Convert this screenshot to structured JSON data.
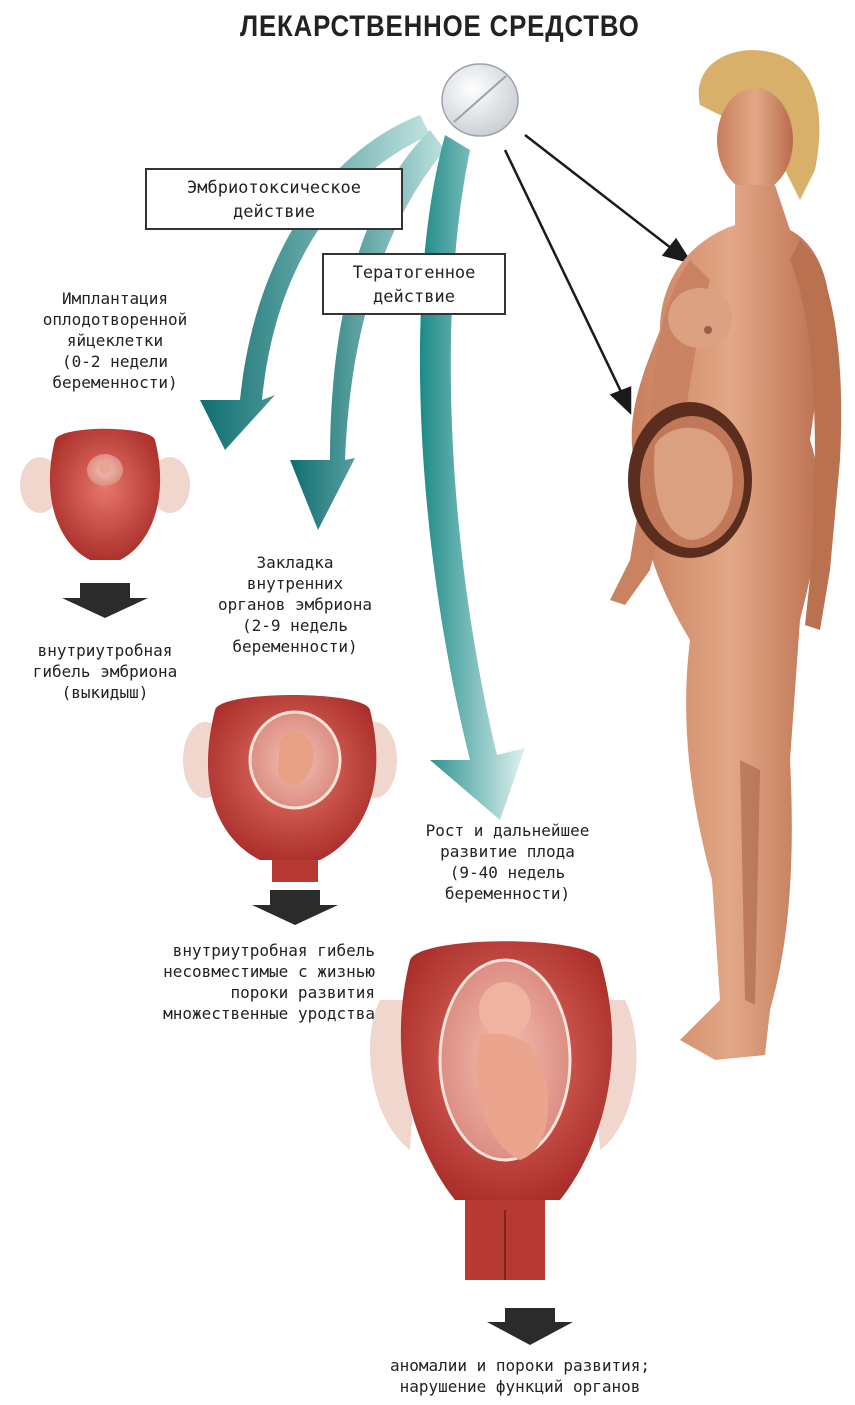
{
  "title": "ЛЕКАРСТВЕННОЕ СРЕДСТВО",
  "boxes": {
    "embryotoxic": "Эмбриотоксическое\nдействие",
    "teratogenic": "Тератогенное\nдействие"
  },
  "stages": {
    "implantation": "Имплантация\nоплодотворенной\nяйцеклетки\n(0-2 недели\nбеременности)",
    "organs": "Закладка\nвнутренних\nорганов эмбриона\n(2-9 недель\nбеременности)",
    "growth": "Рост и дальнейшее\nразвитие плода\n(9-40 недель\nбеременности)"
  },
  "outcomes": {
    "implantation": "внутриутробная\nгибель эмбриона\n(выкидыш)",
    "organs": "внутриутробная гибель\nнесовместимые с жизнью\nпороки развития\nмножественные уродства",
    "growth": "аномалии и пороки развития;\nнарушение функций органов"
  },
  "icons": [
    "pill-icon",
    "pregnant-woman-figure",
    "uterus-icon"
  ],
  "colors": {
    "teal_arrow": "#1e7f7f",
    "uterus": "#c8403a",
    "skin": "#d89a78",
    "dark_arrow": "#2b2b2b"
  }
}
